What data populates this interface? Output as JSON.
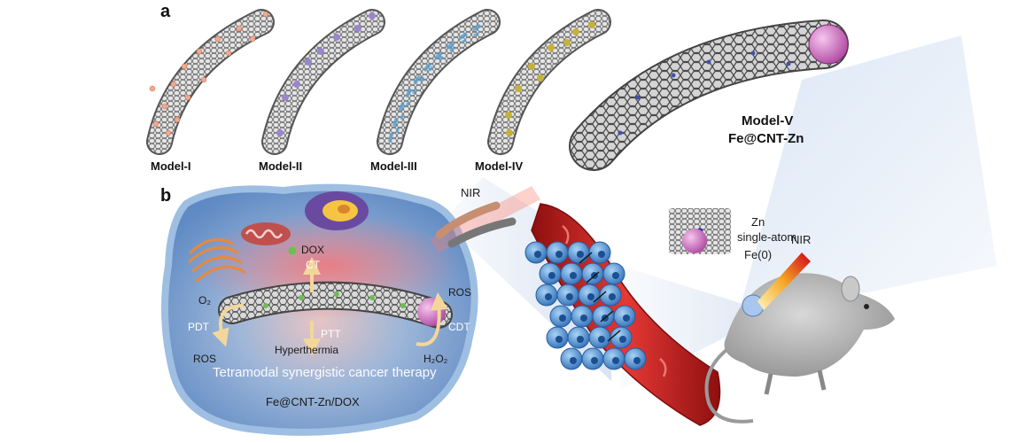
{
  "panels": {
    "a": "a",
    "b": "b"
  },
  "models": [
    {
      "label": "Model-I",
      "color": "#f4a98a"
    },
    {
      "label": "Model-II",
      "color": "#9a86cc"
    },
    {
      "label": "Model-III",
      "color": "#5aa0d0"
    },
    {
      "label": "Model-IV",
      "color": "#c6b13b"
    }
  ],
  "model5": {
    "title": "Model-V",
    "formula": "Fe@CNT-Zn"
  },
  "legend": {
    "zn_symbol": "Zn",
    "zn_desc": "single-atom",
    "fe": "Fe(0)"
  },
  "nir_labels": {
    "top": "NIR",
    "mouse": "NIR"
  },
  "cell": {
    "dox": "DOX",
    "ct": "CT",
    "o2": "O₂",
    "pdt": "PDT",
    "ros_left": "ROS",
    "ptt": "PTT",
    "hyperthermia": "Hyperthermia",
    "ros_right": "ROS",
    "cdt": "CDT",
    "h2o2": "H₂O₂",
    "therapy": "Tetramodal synergistic cancer therapy",
    "name": "Fe@CNT-Zn/DOX"
  },
  "colors": {
    "cell_fill": "#7fa5d4",
    "cell_edge": "#9ebee2",
    "vessel": "#b71c1c",
    "tumor": "#4f8fd6",
    "fe_sphere": "#c764b8",
    "arrow": "#f3d79a"
  }
}
